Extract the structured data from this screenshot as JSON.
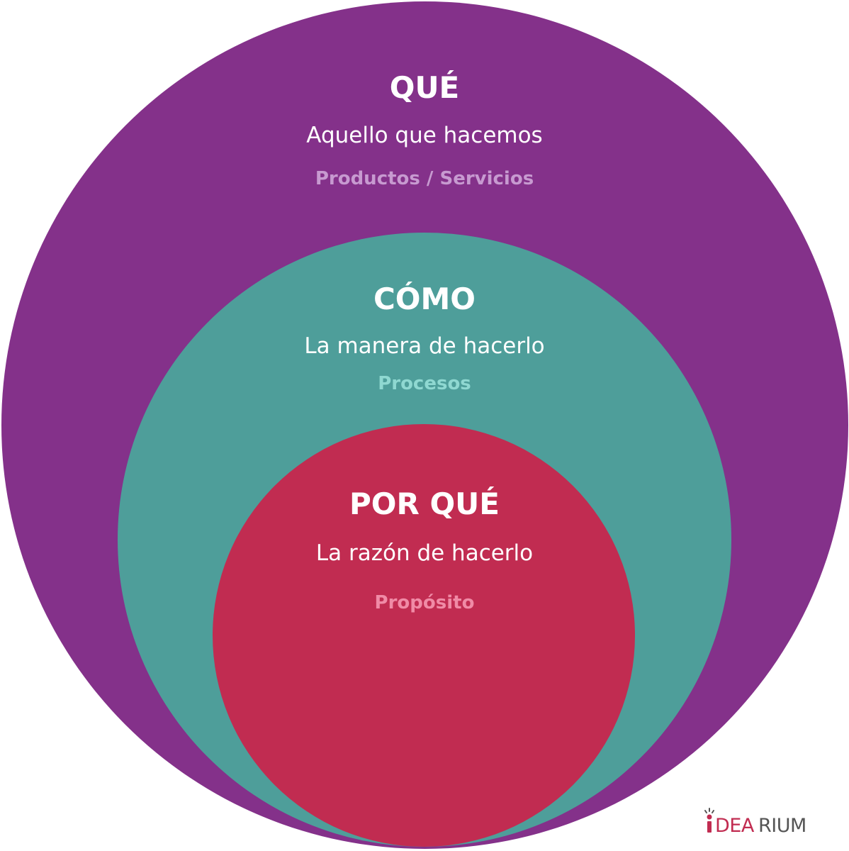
{
  "colors": {
    "outer": "#84318A",
    "middle": "#4E9E9A",
    "inner": "#C12C51",
    "outer_tag": "#C79AD0",
    "middle_tag": "#8FD8D1",
    "inner_tag": "#F08BA6",
    "logo_accent": "#C12C51",
    "logo_gray": "#555555"
  },
  "circles": {
    "que": {
      "title": "QUÉ",
      "subtitle": "Aquello que hacemos",
      "tag": "Productos / Servicios"
    },
    "como": {
      "title": "CÓMO",
      "subtitle": "La manera de hacerlo",
      "tag": "Procesos"
    },
    "por_que": {
      "title": "POR QUÉ",
      "subtitle": "La razón de hacerlo",
      "tag": "Propósito"
    }
  },
  "logo": {
    "text": "iDEARIUM"
  }
}
